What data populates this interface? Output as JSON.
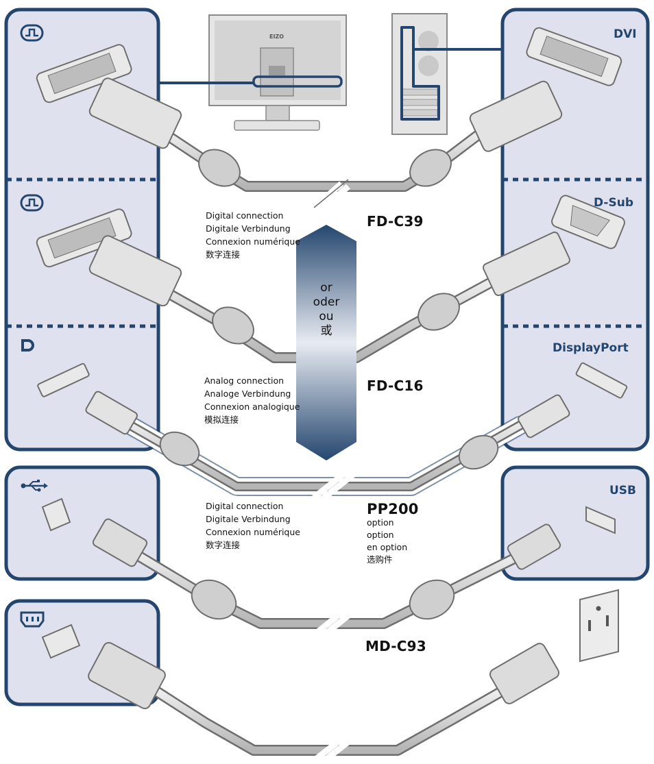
{
  "colors": {
    "panel_fill": "#dfe2ee",
    "panel_border": "#24466e",
    "cable": "#c9c9c9",
    "cable_edge": "#6e6e6e",
    "arrow_dark": "#24466e",
    "arrow_light": "#d6dce8"
  },
  "panels": {
    "dvi": "DVI",
    "dsub": "D-Sub",
    "displayport": "DisplayPort",
    "usb": "USB"
  },
  "icons": [
    "dvi-port-icon",
    "displayport-logo-icon",
    "usb-trident-icon",
    "power-inlet-icon",
    "eizo-logo"
  ],
  "cables": {
    "fd_c39": {
      "model": "FD-C39",
      "lines": [
        "Digital connection",
        "Digitale Verbindung",
        "Connexion numérique",
        "数字连接"
      ]
    },
    "fd_c16": {
      "model": "FD-C16",
      "lines": [
        "Analog connection",
        "Analoge Verbindung",
        "Connexion analogique",
        "模拟连接"
      ]
    },
    "pp200": {
      "model": "PP200",
      "lines": [
        "Digital connection",
        "Digitale Verbindung",
        "Connexion numérique",
        "数字连接"
      ],
      "option_lines": [
        "option",
        "option",
        "en option",
        "选购件"
      ]
    },
    "md_c93": {
      "model": "MD-C93"
    }
  },
  "or_lines": [
    "or",
    "oder",
    "ou",
    "或"
  ],
  "monitor_brand": "EIZO"
}
